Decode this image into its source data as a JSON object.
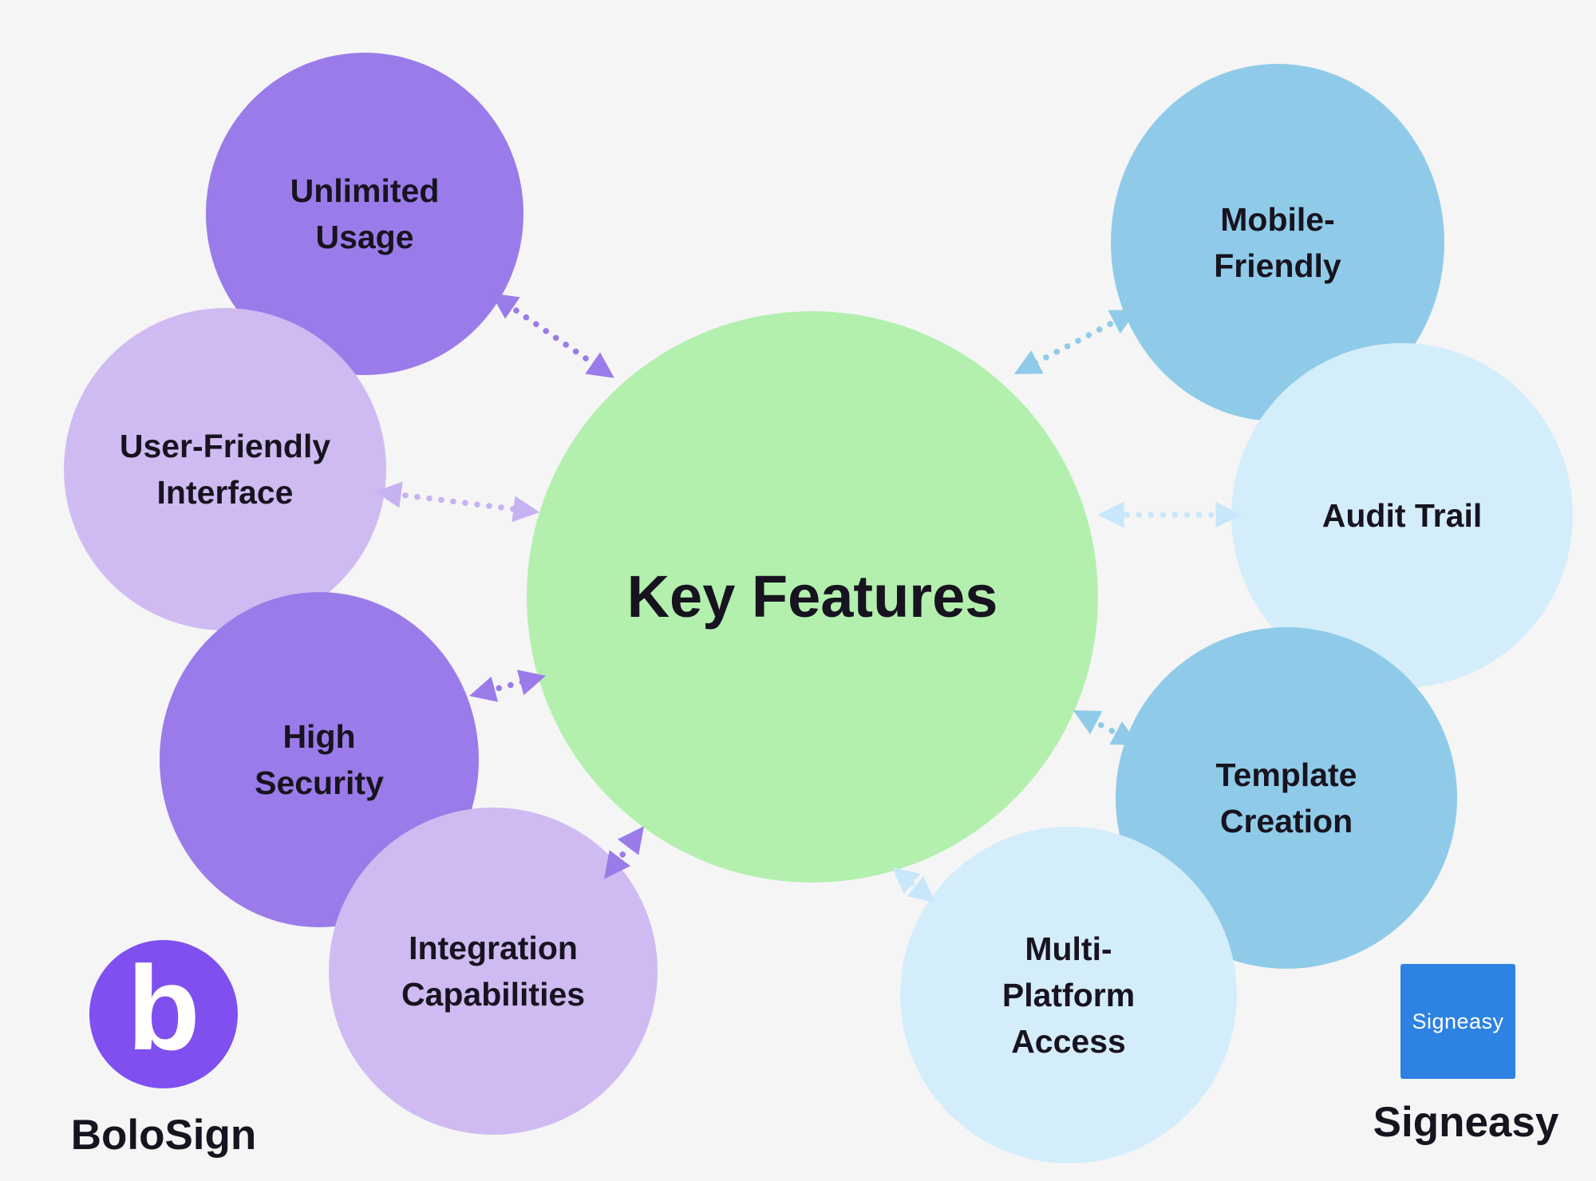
{
  "title": "Key Features",
  "palette": {
    "background": "#f5f5f6",
    "text": "#17131f",
    "medium_purple": "#9b7be9",
    "light_purple": "#cfbbf2",
    "green": "#b3f0ae",
    "medium_blue": "#8fcbe8",
    "light_blue": "#d4edfb",
    "bolosign_logo_purple": "#7f4ff0",
    "signeasy_logo_blue": "#2e82e2",
    "arrow_light_purple": "#c7b2f1",
    "arrow_light_blue": "#c9e7fa"
  },
  "center": {
    "label": "Key Features",
    "color": "#b3f0ae"
  },
  "bubbles": [
    {
      "id": "unlimited-usage",
      "label": "Unlimited Usage",
      "tone": "medium-purple",
      "color": "#9b7be9",
      "side": "BoloSign"
    },
    {
      "id": "user-friendly-interface",
      "label": "User-Friendly Interface",
      "tone": "light-purple",
      "color": "#cfbbf2",
      "side": "BoloSign"
    },
    {
      "id": "high-security",
      "label": "High Security",
      "tone": "medium-purple",
      "color": "#9b7be9",
      "side": "BoloSign"
    },
    {
      "id": "integration-capabilities",
      "label": "Integration Capabilities",
      "tone": "light-purple",
      "color": "#cfbbf2",
      "side": "BoloSign"
    },
    {
      "id": "mobile-friendly",
      "label": "Mobile-Friendly",
      "tone": "medium-blue",
      "color": "#8fcbe8",
      "side": "Signeasy"
    },
    {
      "id": "audit-trail",
      "label": "Audit Trail",
      "tone": "light-blue",
      "color": "#d4edfb",
      "side": "Signeasy"
    },
    {
      "id": "template-creation",
      "label": "Template Creation",
      "tone": "medium-blue",
      "color": "#8fcbe8",
      "side": "Signeasy"
    },
    {
      "id": "multi-platform-access",
      "label": "Multi-Platform Access",
      "tone": "light-blue",
      "color": "#d4edfb",
      "side": "Signeasy"
    }
  ],
  "connectors": [
    {
      "from": "unlimited-usage",
      "to": "key-features",
      "style": "dotted",
      "heads": "both",
      "color": "#9b7be9"
    },
    {
      "from": "user-friendly-interface",
      "to": "key-features",
      "style": "dotted",
      "heads": "both",
      "color": "#c7b2f1"
    },
    {
      "from": "high-security",
      "to": "key-features",
      "style": "dotted",
      "heads": "both",
      "color": "#9b7be9"
    },
    {
      "from": "integration-capabilities",
      "to": "key-features",
      "style": "dotted",
      "heads": "both",
      "color": "#9b7be9"
    },
    {
      "from": "mobile-friendly",
      "to": "key-features",
      "style": "dotted",
      "heads": "both",
      "color": "#8fcbe8"
    },
    {
      "from": "audit-trail",
      "to": "key-features",
      "style": "dotted",
      "heads": "both",
      "color": "#c9e7fa"
    },
    {
      "from": "template-creation",
      "to": "key-features",
      "style": "dotted",
      "heads": "both",
      "color": "#8fcbe8"
    },
    {
      "from": "multi-platform-access",
      "to": "key-features",
      "style": "dotted",
      "heads": "both",
      "color": "#c9e7fa"
    }
  ],
  "brands": {
    "left": {
      "name": "BoloSign",
      "logo_letter": "b",
      "logo_color": "#7f4ff0"
    },
    "right": {
      "name": "Signeasy",
      "logo_text": "Signeasy",
      "logo_color": "#2e82e2"
    }
  }
}
